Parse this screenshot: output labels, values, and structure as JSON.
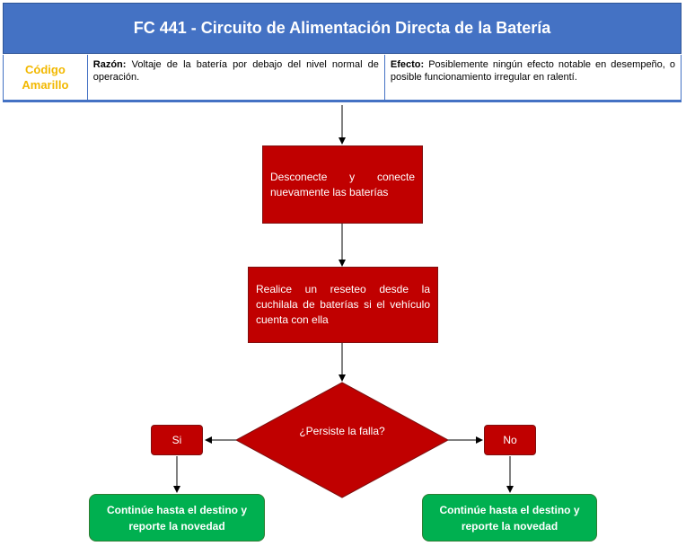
{
  "header": {
    "title": "FC 441 - Circuito de Alimentación Directa de la Batería"
  },
  "info": {
    "code_line1": "Código",
    "code_line2": "Amarillo",
    "reason_label": "Razón:",
    "reason_text": "Voltaje de la batería por debajo del nivel normal de operación.",
    "effect_label": "Efecto:",
    "effect_text": "Posiblemente ningún efecto notable en desempeño, o posible funcionamiento irregular en ralentí."
  },
  "flow": {
    "step1": "Desconecte y conecte nuevamente las baterías",
    "step2": "Realice un reseteo desde la cuchilala de baterías si el vehículo cuenta con ella",
    "decision": "¿Persiste la falla?",
    "yes_label": "Si",
    "no_label": "No",
    "yes_result": "Continúe hasta el destino y reporte la novedad",
    "no_result": "Continúe hasta el destino y reporte la novedad"
  },
  "colors": {
    "header_bg": "#4472C4",
    "code_text": "#F2B800",
    "process_box": "#C00000",
    "result_box": "#00B050"
  }
}
